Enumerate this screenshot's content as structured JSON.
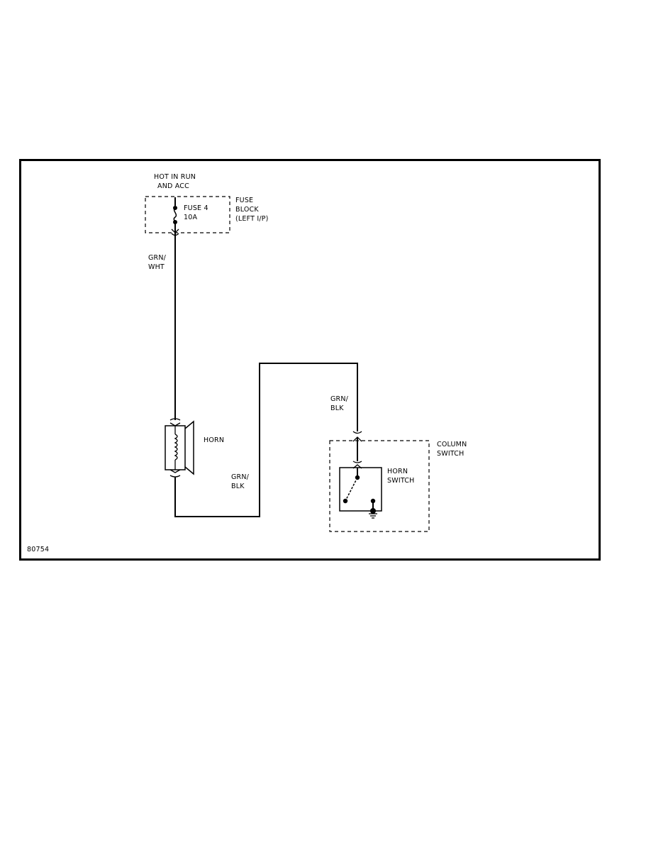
{
  "power_source": {
    "line1": "HOT IN RUN",
    "line2": "AND ACC"
  },
  "fuse": {
    "name": "FUSE 4",
    "rating": "10A"
  },
  "fuse_block": {
    "line1": "FUSE",
    "line2": "BLOCK",
    "line3": "(LEFT I/P)"
  },
  "wire_fuse_to_horn": {
    "line1": "GRN/",
    "line2": "WHT"
  },
  "horn": {
    "label": "HORN"
  },
  "wire_horn_return": {
    "line1": "GRN/",
    "line2": "BLK"
  },
  "wire_to_switch": {
    "line1": "GRN/",
    "line2": "BLK"
  },
  "column_switch": {
    "line1": "COLUMN",
    "line2": "SWITCH"
  },
  "horn_switch": {
    "line1": "HORN",
    "line2": "SWITCH"
  },
  "diagram_id": "80754",
  "colors": {
    "ink": "#000000",
    "background": "#ffffff"
  }
}
